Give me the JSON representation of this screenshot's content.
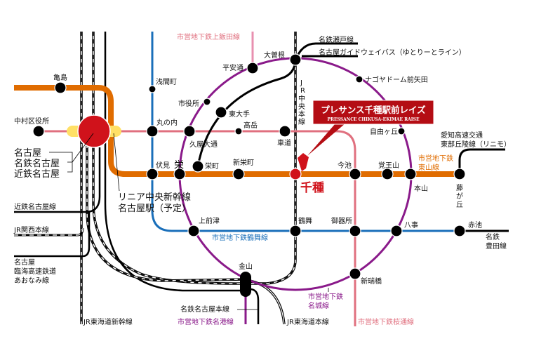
{
  "colors": {
    "higashiyama": "#e06c00",
    "sakuradori": "#e0707f",
    "tsurumai": "#1a6fba",
    "meijo": "#8a1a8a",
    "highlight": "#d0121b",
    "callout": "#b40d14"
  },
  "callout": {
    "title": "プレサンス千種駅前レイズ",
    "subtitle": "PRESSANCE CHIKUSA-EKIMAE RAISE"
  },
  "highlight_station": "千種",
  "stations": {
    "kamejima": "亀島",
    "nakamura_kuyakusho": "中村区役所",
    "sengencho": "浅間町",
    "marunouchi": "丸の内",
    "shiyakusho": "市役所",
    "heiandori": "平安通",
    "ozone": "大曽根",
    "higashiote": "東大手",
    "takaoka": "高岳",
    "hisaya_odori": "久屋大通",
    "kurumamichi": "車道",
    "nagoya_dome": "ナゴヤドーム前矢田",
    "jiyugaoka": "自由ヶ丘",
    "fushimi": "伏見",
    "sakae": "栄",
    "sakaemachi": "栄町",
    "shinsakaemachi": "新栄町",
    "imaike": "今池",
    "kakuozan": "覚王山",
    "motoyama": "本山",
    "fujigaoka": [
      "藤",
      "が",
      "丘"
    ],
    "kamimaezu": "上前津",
    "tsurumai": "鶴舞",
    "gokiso": "御器所",
    "yagoto": "八事",
    "akaike": "赤池",
    "kanayama": "金山",
    "aratamabashi": "新瑞橋"
  },
  "nagoya_labels": [
    "名古屋",
    "名鉄名古屋",
    "近鉄名古屋"
  ],
  "linear_label": [
    "リニア中央新幹線",
    "名古屋駅（予定）"
  ],
  "lines": {
    "kamiiida": "市営地下鉄上飯田線",
    "seto": "名鉄瀬戸線",
    "guideway": "名古屋ガイドウェイバス（ゆとりーとライン）",
    "jr_chuo": [
      "J",
      "R",
      "中",
      "央",
      "本",
      "線"
    ],
    "linimo": [
      "愛知高速交通",
      "東部丘陵線（リニモ）"
    ],
    "higashiyama": [
      "市営地下鉄",
      "東山線"
    ],
    "tsurumai": "市営地下鉄鶴舞線",
    "toyota": [
      "名鉄",
      "豊田線"
    ],
    "kintetsu": "近鉄名古屋線",
    "jr_kansai": "JR関西本線",
    "aonami": [
      "名古屋",
      "臨海高速鉄道",
      "あおなみ線"
    ],
    "meitetsu_main": "名鉄名古屋本線",
    "meiko": "市営地下鉄名港線",
    "shinkansen": "JR東海道新幹線",
    "jr_tokaido": "JR東海道本線",
    "meijo": [
      "市営地下鉄",
      "名城線"
    ],
    "sakuradori": "市営地下鉄桜通線"
  }
}
